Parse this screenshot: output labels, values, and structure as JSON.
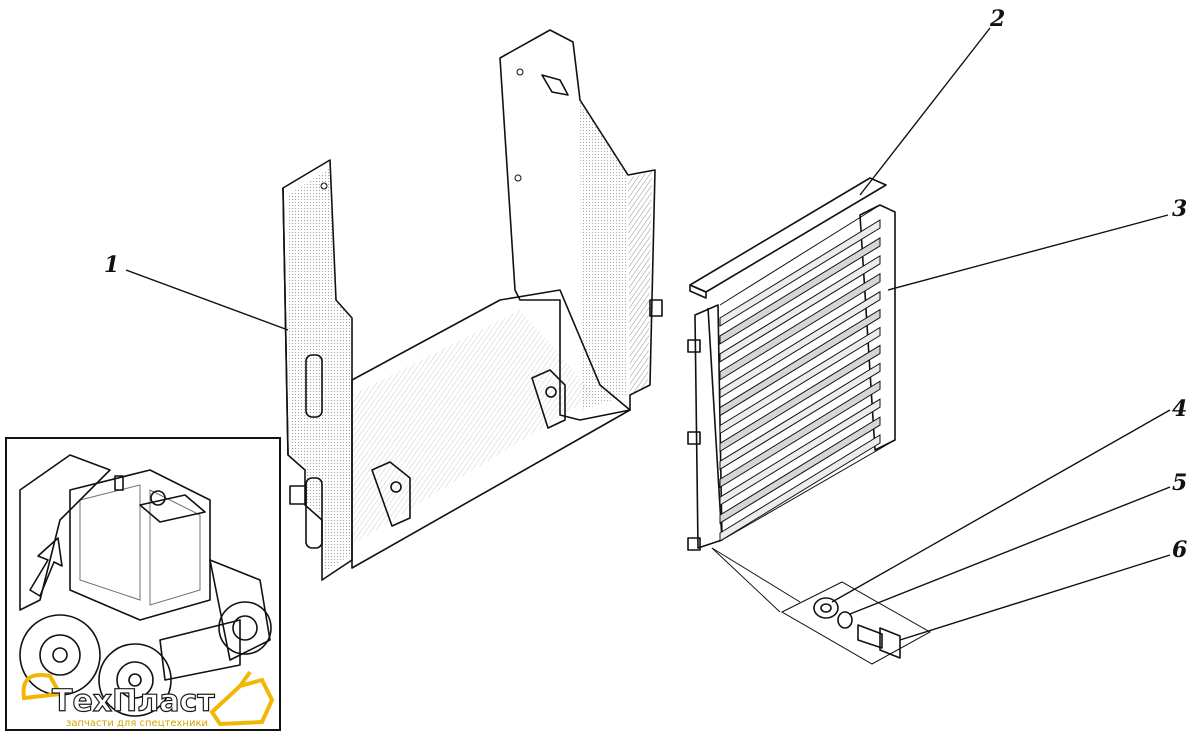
{
  "diagram": {
    "callouts": [
      {
        "id": "1",
        "label": "1"
      },
      {
        "id": "2",
        "label": "2"
      },
      {
        "id": "3",
        "label": "3"
      },
      {
        "id": "4",
        "label": "4"
      },
      {
        "id": "5",
        "label": "5"
      },
      {
        "id": "6",
        "label": "6"
      }
    ]
  },
  "logo": {
    "name": "ТехПласт",
    "tagline": "запчасти для спецтехники",
    "accent_color": "#f2b705"
  },
  "colors": {
    "ink": "#111111",
    "paper": "#ffffff",
    "shade": "#bdbdbd"
  }
}
